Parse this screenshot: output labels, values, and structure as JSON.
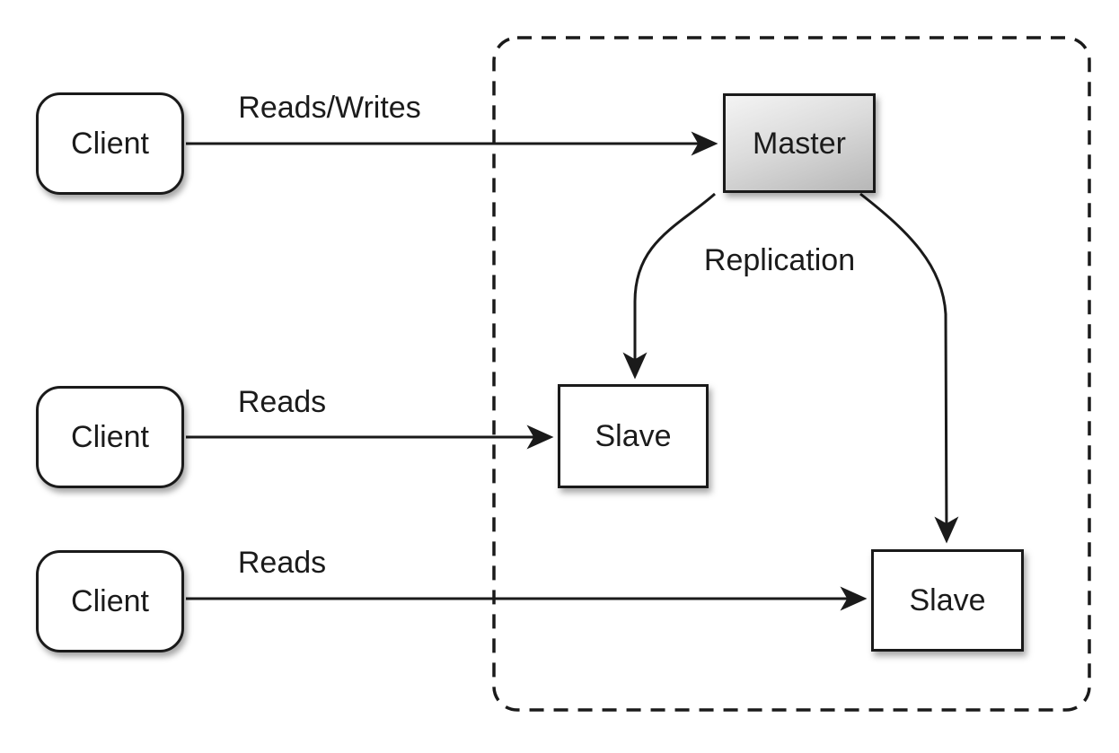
{
  "diagram": {
    "nodes": {
      "clients": [
        "Client",
        "Client",
        "Client"
      ],
      "master": "Master",
      "slaves": [
        "Slave",
        "Slave"
      ]
    },
    "edges": {
      "client1_to_master": "Reads/Writes",
      "client2_to_slave1": "Reads",
      "client3_to_slave2": "Reads",
      "master_to_slaves": "Replication"
    },
    "colors": {
      "stroke": "#1a1a1a",
      "text": "#1b1b1b",
      "node_fill": "#ffffff",
      "master_fill_top": "#f4f4f4",
      "master_fill_bottom": "#b7b7b7",
      "background": "#ffffff"
    }
  }
}
